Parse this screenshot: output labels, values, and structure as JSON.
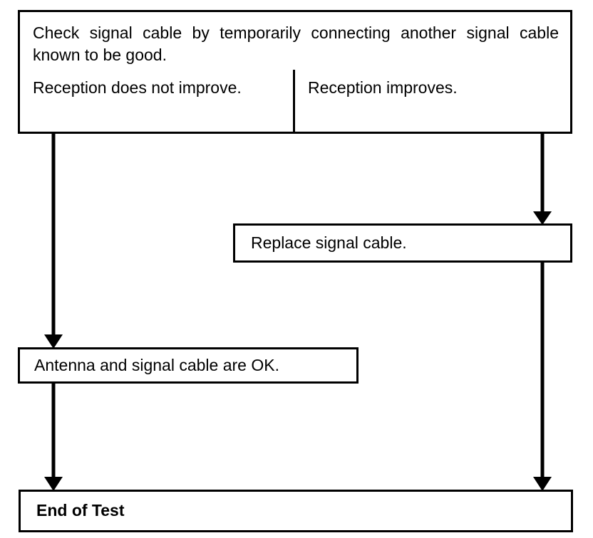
{
  "diagram": {
    "title": "Signal cable check flowchart",
    "type": "flowchart",
    "background_color": "#ffffff",
    "line_color": "#000000",
    "text_color": "#000000",
    "nodes": {
      "check": {
        "text": "Check signal cable by temporarily connecting another signal cable known to be good."
      },
      "branch_no_improve": {
        "text": "Reception does not improve."
      },
      "branch_improves": {
        "text": "Reception improves."
      },
      "replace": {
        "text": "Replace signal cable."
      },
      "antenna_ok": {
        "text": "Antenna and signal cable are OK."
      },
      "end": {
        "text": "End of Test"
      }
    },
    "connectors": [
      {
        "name": "no-improve-to-antenna-ok",
        "from": "branch_no_improve",
        "to": "antenna_ok",
        "direction": "down"
      },
      {
        "name": "improves-to-replace",
        "from": "branch_improves",
        "to": "replace",
        "direction": "down"
      },
      {
        "name": "antenna-ok-to-end",
        "from": "antenna_ok",
        "to": "end",
        "direction": "down"
      },
      {
        "name": "replace-to-end",
        "from": "replace",
        "to": "end",
        "direction": "down"
      }
    ]
  }
}
